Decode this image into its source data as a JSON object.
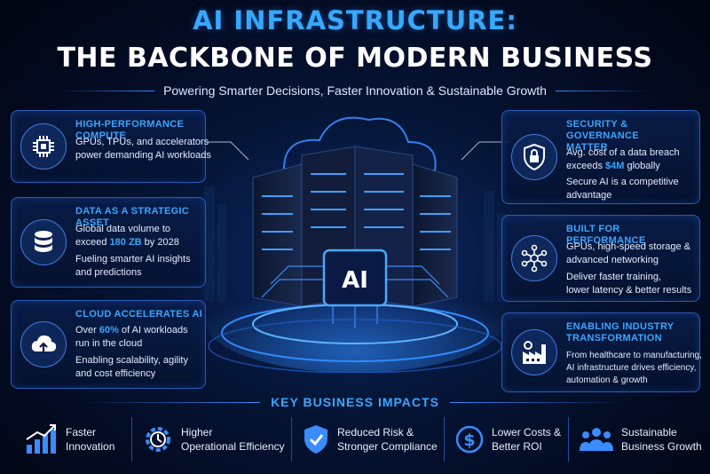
{
  "header": {
    "title_line1": "AI INFRASTRUCTURE:",
    "title_line2": "THE BACKBONE OF MODERN BUSINESS",
    "subtitle": "Powering Smarter Decisions, Faster Innovation & Sustainable Growth"
  },
  "center": {
    "chip_label": "AI"
  },
  "left_cards": [
    {
      "title": "HIGH-PERFORMANCE COMPUTE",
      "lines": [
        "GPUs, TPUs, and accelerators",
        "power demanding AI workloads"
      ],
      "icon": "cpu-chip-icon"
    },
    {
      "title": "DATA AS A STRATEGIC ASSET",
      "line1": "Global data volume to",
      "line2_pre": "exceed ",
      "line2_hl": "180 ZB",
      "line2_post": " by 2028",
      "line3": "Fueling smarter AI insights",
      "line4": "and predictions",
      "icon": "database-icon"
    },
    {
      "title": "CLOUD ACCELERATES AI",
      "line1_pre": "Over ",
      "line1_hl": "60%",
      "line1_post": " of AI workloads",
      "line2": "run in the cloud",
      "line3": "Enabling scalability, agility",
      "line4": "and cost efficiency",
      "icon": "cloud-upload-icon"
    }
  ],
  "right_cards": [
    {
      "title_line1": "SECURITY & GOVERNANCE",
      "title_line2": "MATTER",
      "line1": "Avg. cost of a data breach",
      "line2_pre": "exceeds ",
      "line2_hl": "$4M",
      "line2_post": " globally",
      "line3": "Secure AI is a competitive",
      "line4": "advantage",
      "icon": "lock-shield-icon"
    },
    {
      "title": "BUILT FOR PERFORMANCE",
      "lines": [
        "GPUs, high-speed storage &",
        "advanced networking",
        "Deliver faster training,",
        "lower latency & better results"
      ],
      "icon": "network-nodes-icon"
    },
    {
      "title_line1": "ENABLING INDUSTRY",
      "title_line2": "TRANSFORMATION",
      "lines": [
        "From healthcare to manufacturing,",
        "AI infrastructure drives efficiency,",
        "automation & growth"
      ],
      "icon": "factory-gear-icon"
    }
  ],
  "impacts": {
    "title": "KEY BUSINESS IMPACTS",
    "items": [
      {
        "line1": "Faster",
        "line2": "Innovation",
        "icon": "growth-chart-icon"
      },
      {
        "line1": "Higher",
        "line2": "Operational Efficiency",
        "icon": "gear-clock-icon"
      },
      {
        "line1": "Reduced Risk &",
        "line2": "Stronger Compliance",
        "icon": "shield-check-icon"
      },
      {
        "line1": "Lower Costs &",
        "line2": "Better ROI",
        "icon": "dollar-coin-icon"
      },
      {
        "line1": "Sustainable",
        "line2": "Business Growth",
        "icon": "people-group-icon"
      }
    ]
  },
  "colors": {
    "accent": "#3aa6ff",
    "title_blue": "#38a8ff",
    "border": "#2a5cb8",
    "background": "#061536"
  }
}
